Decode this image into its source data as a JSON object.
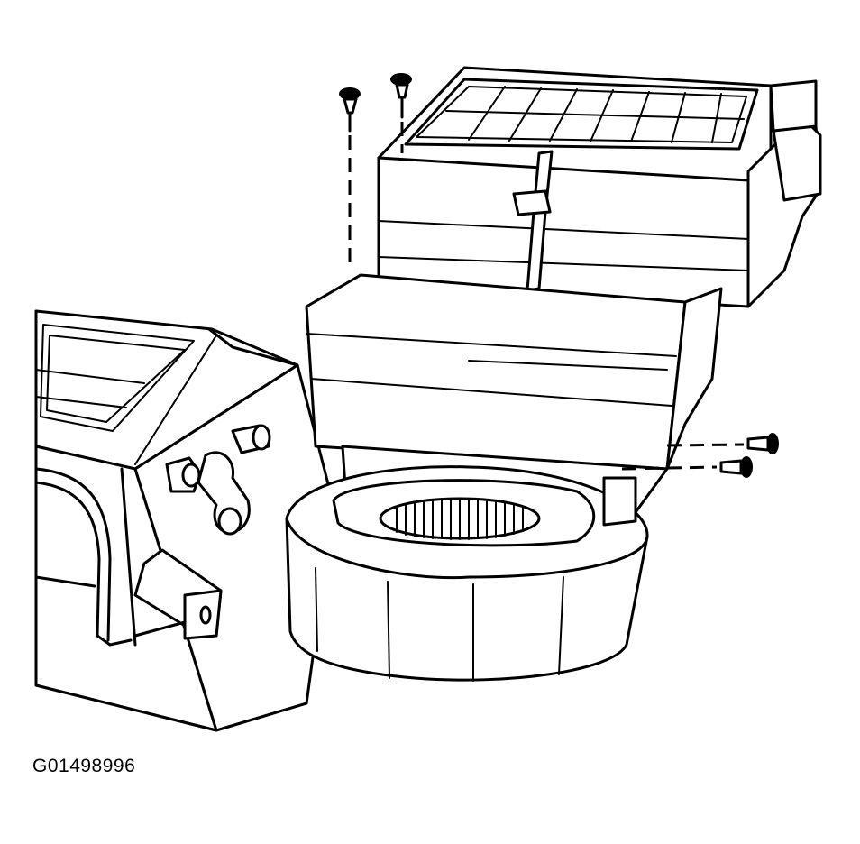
{
  "figure": {
    "id_label": "G01498996"
  },
  "colors": {
    "background": "#ffffff",
    "ink": "#000000"
  },
  "parts": {
    "upper_housing": "air-inlet-housing",
    "filter_grille": "inlet-filter-grille",
    "blower_motor": "blower-motor",
    "blower_wheel": "blower-wheel-opening",
    "left_case": "hvac-module-case",
    "fasteners": [
      "top-screw-left",
      "top-screw-right",
      "side-screw-upper",
      "side-screw-lower"
    ]
  }
}
